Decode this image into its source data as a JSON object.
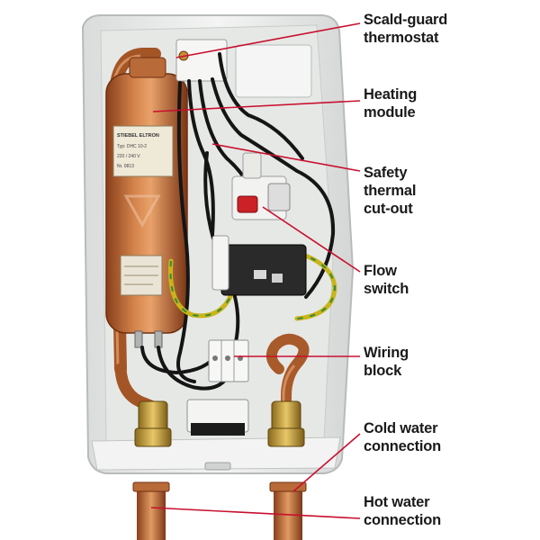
{
  "colors": {
    "leader": "#c8102e",
    "text": "#1a1a1a",
    "copper": "#c46a35",
    "case": "#eef0ef"
  },
  "tank_label": {
    "brand": "STIEBEL ELTRON",
    "lines": [
      "Typ: DHC 10-2",
      "220 / 240 V",
      "Nr. 0813"
    ]
  },
  "callouts": [
    {
      "id": "scald-guard",
      "text": "Scald-guard\nthermostat"
    },
    {
      "id": "heating-module",
      "text": "Heating\nmodule"
    },
    {
      "id": "safety-cutout",
      "text": "Safety\nthermal\ncut-out"
    },
    {
      "id": "flow-switch",
      "text": "Flow\nswitch"
    },
    {
      "id": "wiring-block",
      "text": "Wiring\nblock"
    },
    {
      "id": "cold-water",
      "text": "Cold water\nconnection"
    },
    {
      "id": "hot-water",
      "text": "Hot water\nconnection"
    }
  ]
}
